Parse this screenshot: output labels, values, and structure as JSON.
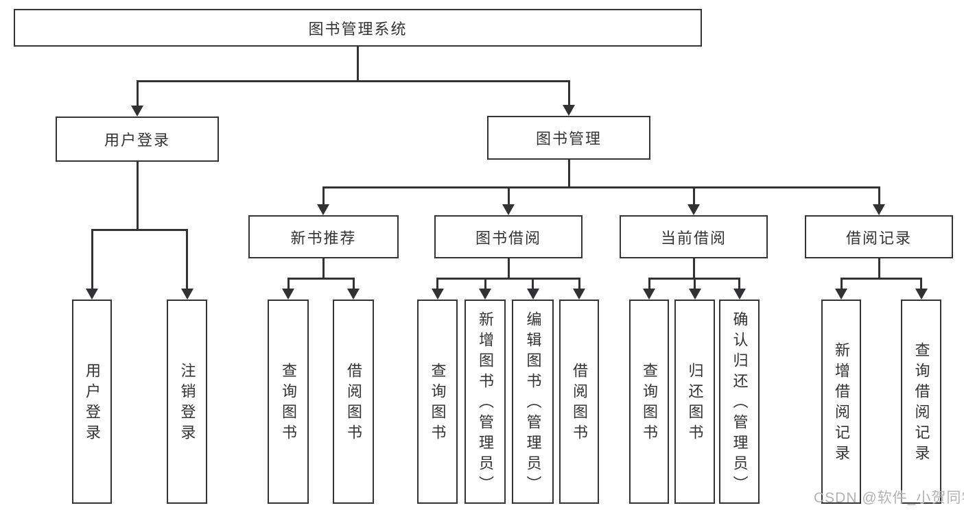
{
  "root_label": "图书管理系统",
  "branches": {
    "login": {
      "label": "用户登录",
      "children": [
        "用户登录",
        "注销登录"
      ]
    },
    "management": {
      "label": "图书管理",
      "sections": [
        {
          "label": "新书推荐",
          "children": [
            "查询图书",
            "借阅图书"
          ]
        },
        {
          "label": "图书借阅",
          "children": [
            "查询图书",
            "新增图书（管理员）",
            "编辑图书（管理员）",
            "借阅图书"
          ]
        },
        {
          "label": "当前借阅",
          "children": [
            "查询图书",
            "归还图书",
            "确认归还（管理员）"
          ]
        },
        {
          "label": "借阅记录",
          "children": [
            "新增借阅记录",
            "查询借阅记录"
          ]
        }
      ]
    }
  },
  "watermark": "CSDN @软件_小贺同学",
  "colors": {
    "line": "#323234",
    "border": "#343436",
    "text": "#333335",
    "watermark": "#b2b2b2",
    "background": "#ffffff"
  }
}
